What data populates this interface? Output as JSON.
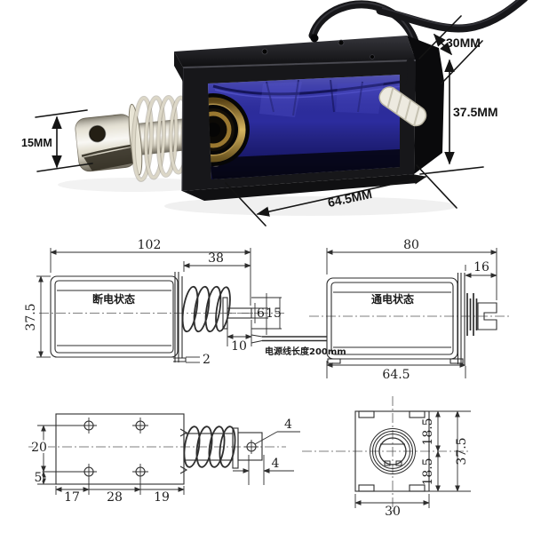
{
  "page": {
    "background": "#ffffff"
  },
  "colors": {
    "coil_blue": "#2c2c9e",
    "body_black": "#17171a",
    "metal_light": "#ded9c8",
    "gold": "#c2a052",
    "drawing_line": "#2e2e2e",
    "dim_text": "#141414"
  },
  "photo": {
    "dims": {
      "cable_side": "30MM",
      "height": "37.5MM",
      "plunger": "15MM",
      "length": "64.5MM"
    }
  },
  "drawings": {
    "deenergized": {
      "label": "断电状态",
      "total_length": "102",
      "stroke_length": "38",
      "height": "37.5",
      "rod_dia": "6",
      "washer_dia": "15",
      "tip_length": "10",
      "plate_thickness": "2"
    },
    "energized": {
      "label": "通电状态",
      "total_length": "80",
      "stroke_length": "16",
      "body_length": "64.5",
      "wire_note": "电源线长度200mm"
    },
    "bottom_view": {
      "hole_spacing_v": "20",
      "edge_offset": "5",
      "span_left": "17",
      "span_mid": "28",
      "span_right": "19",
      "hole_dia": "4",
      "hole_offset": "4"
    },
    "end_view": {
      "upper_half": "18.5",
      "lower_half": "18.5",
      "height": "37.5",
      "width": "30"
    }
  }
}
